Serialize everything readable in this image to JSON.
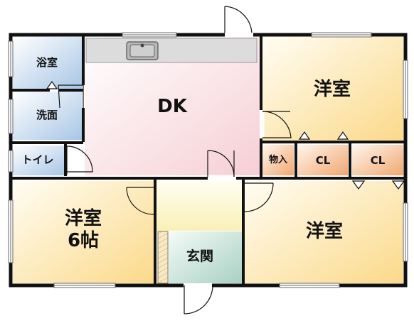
{
  "rooms": {
    "bath": "浴室",
    "washroom": "洗面",
    "toilet": "トイレ",
    "dk": "DK",
    "western_ne": "洋室",
    "storage": "物入",
    "closet_1": "CL",
    "closet_2": "CL",
    "western_sw": "洋室",
    "western_sw_size": "6帖",
    "entrance": "玄関",
    "western_se": "洋室"
  },
  "colors": {
    "dk_fill": "#f9dde0",
    "western_fill": "#fde9b6",
    "wet_fill": "#bcd3ea",
    "hall_fill": "#fdf8cf",
    "entrance_fill": "#cbe3da",
    "closet_fill": "#f2b88a",
    "wall": "#111111"
  }
}
